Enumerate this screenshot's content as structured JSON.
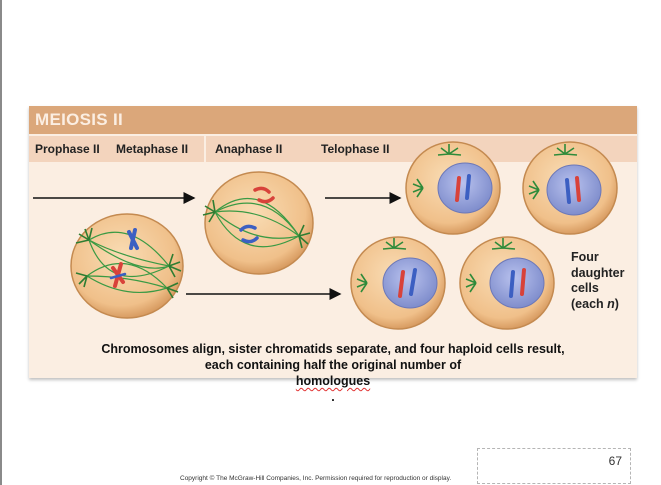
{
  "figure": {
    "title": "MEIOSIS II",
    "phases": [
      {
        "label": "Prophase II"
      },
      {
        "label": "Metaphase II"
      },
      {
        "label": "Anaphase II"
      },
      {
        "label": "Telophase II"
      }
    ],
    "result_label": [
      "Four",
      "daughter",
      "cells",
      "(each n)"
    ],
    "caption_line1": "Chromosomes align, sister chromatids separate, and four haploid cells result,",
    "caption_line2_prefix": "each containing half the original number of ",
    "caption_line2_word": "homologues",
    "caption_line2_suffix": ".",
    "colors": {
      "header": "#dba77a",
      "tab": "#f3d4bd",
      "background": "#fbeee2",
      "cell": "#f2c795",
      "spindle": "#2e8b3a",
      "nucleus": "#9aa6dc",
      "chromosome_red": "#d8423a",
      "chromosome_blue": "#3c5fc2"
    }
  },
  "slide": {
    "page_number": "67",
    "copyright": "Copyright © The McGraw-Hill Companies, Inc. Permission required for reproduction or display."
  }
}
